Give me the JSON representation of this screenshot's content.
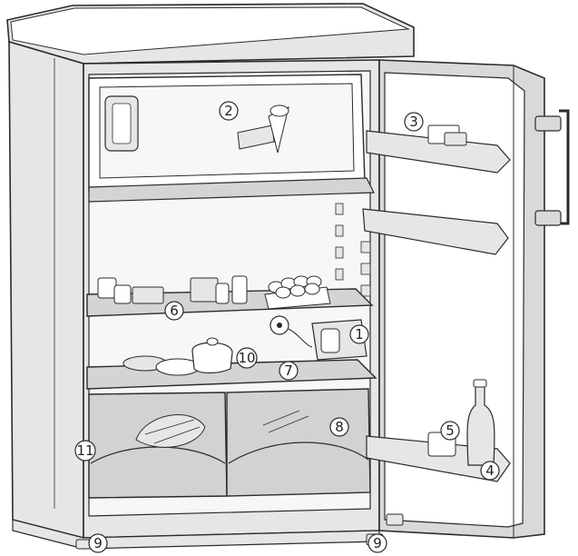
{
  "diagram": {
    "colors": {
      "outline": "#2b2b2b",
      "cabinet": "#e6e6e6",
      "interior": "#f7f7f7",
      "shelf": "#d4d4d4",
      "crisper": "#d2d2d2",
      "door": "#d9d9d9",
      "light": "#ffffff"
    },
    "callouts": [
      {
        "id": "1",
        "label": "1",
        "part": "control-light-unit"
      },
      {
        "id": "2",
        "label": "2",
        "part": "freezer-compartment"
      },
      {
        "id": "3",
        "label": "3",
        "part": "door-shelf-top"
      },
      {
        "id": "4",
        "label": "4",
        "part": "bottle-shelf"
      },
      {
        "id": "5",
        "label": "5",
        "part": "bottle-holder"
      },
      {
        "id": "6",
        "label": "6",
        "part": "glass-shelf-upper"
      },
      {
        "id": "7",
        "label": "7",
        "part": "glass-shelf-lower"
      },
      {
        "id": "8",
        "label": "8",
        "part": "vegetable-crisper-right"
      },
      {
        "id": "9a",
        "label": "9",
        "part": "adjustable-foot-left"
      },
      {
        "id": "9b",
        "label": "9",
        "part": "adjustable-foot-right"
      },
      {
        "id": "10",
        "label": "10",
        "part": "drain-channel"
      },
      {
        "id": "11",
        "label": "11",
        "part": "vegetable-crisper-left"
      }
    ]
  }
}
